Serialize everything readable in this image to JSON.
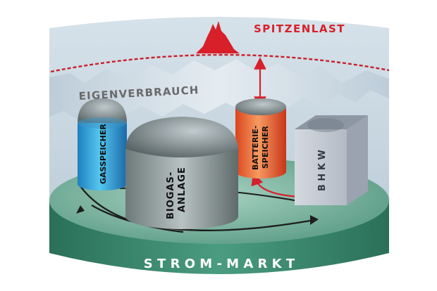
{
  "labels": {
    "peak_load": "SPITZENLAST",
    "self_consumption": "EIGENVERBRAUCH",
    "gas_storage": "GASSPEICHER",
    "biogas_line1": "BIOGAS-",
    "biogas_line2": "ANLAGE",
    "battery_line1": "BATTERIE-",
    "battery_line2": "SPEICHER",
    "chp": "B H K W",
    "power_market": "S T R O M - M A R K T"
  },
  "colors": {
    "sky": "#c4d4de",
    "ring": "#2f7a62",
    "platform": "#7fb5a2",
    "peak_red": "#d8202a",
    "label_grey": "#6a6a6a",
    "gas_blue": "#3ea9dd",
    "battery_orange": "#ee6a3a",
    "chp_grey": "#c9ced6",
    "dark": "#1e1e1e"
  }
}
